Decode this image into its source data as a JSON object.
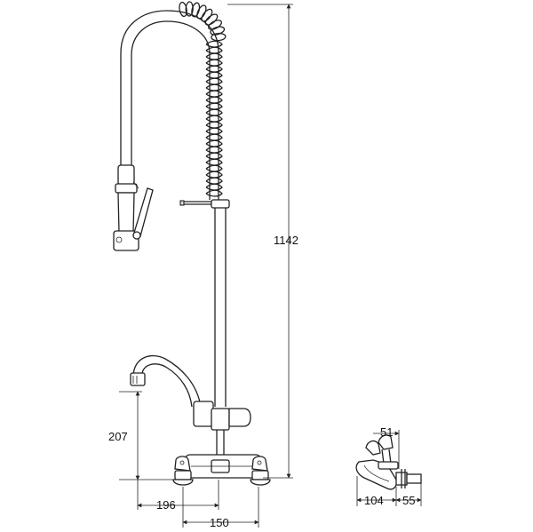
{
  "dimensions": {
    "overall_height": "1142",
    "spout_height": "207",
    "spout_reach": "196",
    "centres": "150",
    "side_offset": "51",
    "side_depth": "104",
    "side_wall": "55"
  }
}
